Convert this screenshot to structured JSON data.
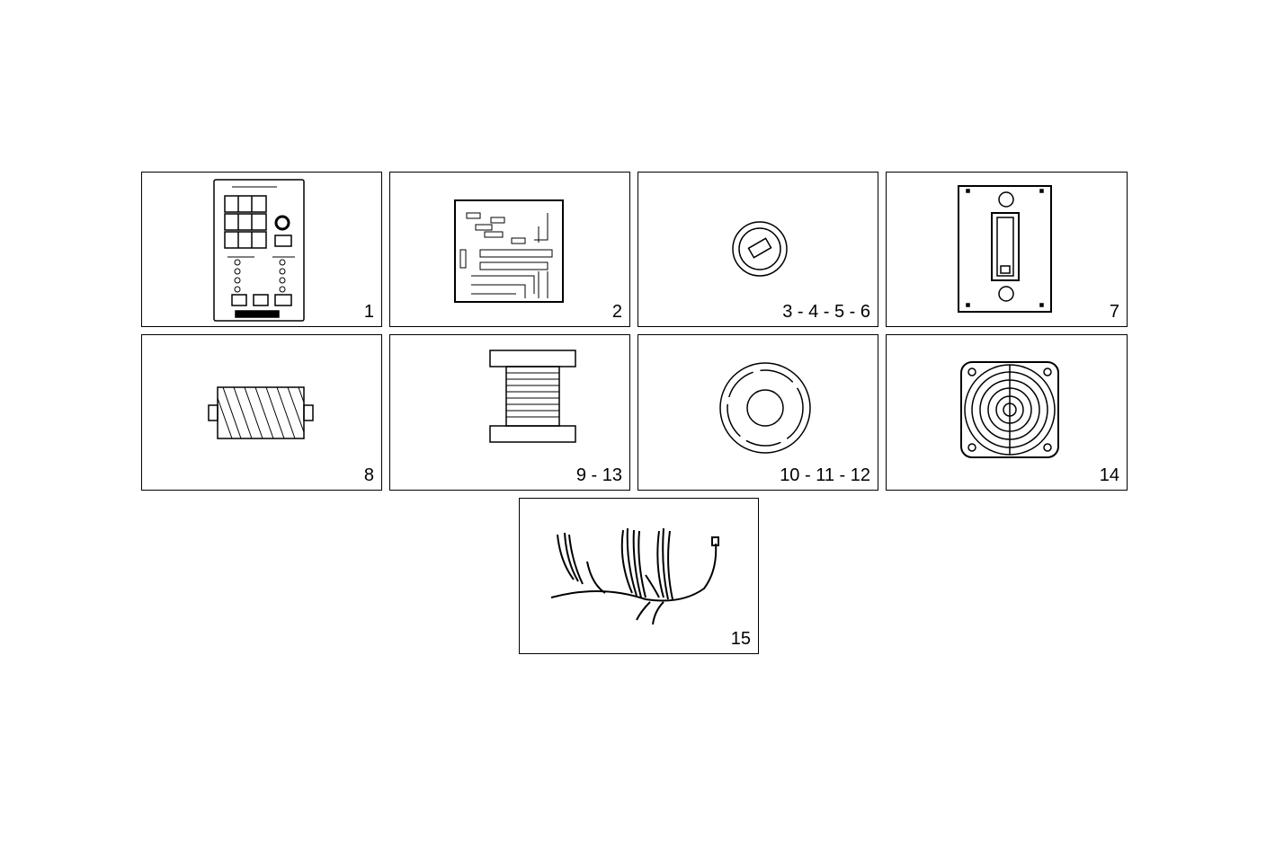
{
  "parts": [
    {
      "label": "1",
      "icon": "control-panel-icon"
    },
    {
      "label": "2",
      "icon": "circuit-board-icon"
    },
    {
      "label": "3 - 4 - 5 - 6",
      "icon": "knob-switch-icon"
    },
    {
      "label": "7",
      "icon": "rocker-switch-icon"
    },
    {
      "label": "8",
      "icon": "heating-element-icon"
    },
    {
      "label": "9 - 13",
      "icon": "spool-icon"
    },
    {
      "label": "10 - 11 - 12",
      "icon": "gasket-icon"
    },
    {
      "label": "14",
      "icon": "fan-grille-icon"
    },
    {
      "label": "15",
      "icon": "wiring-harness-icon"
    }
  ],
  "colors": {
    "line": "#000000",
    "background": "#ffffff"
  }
}
